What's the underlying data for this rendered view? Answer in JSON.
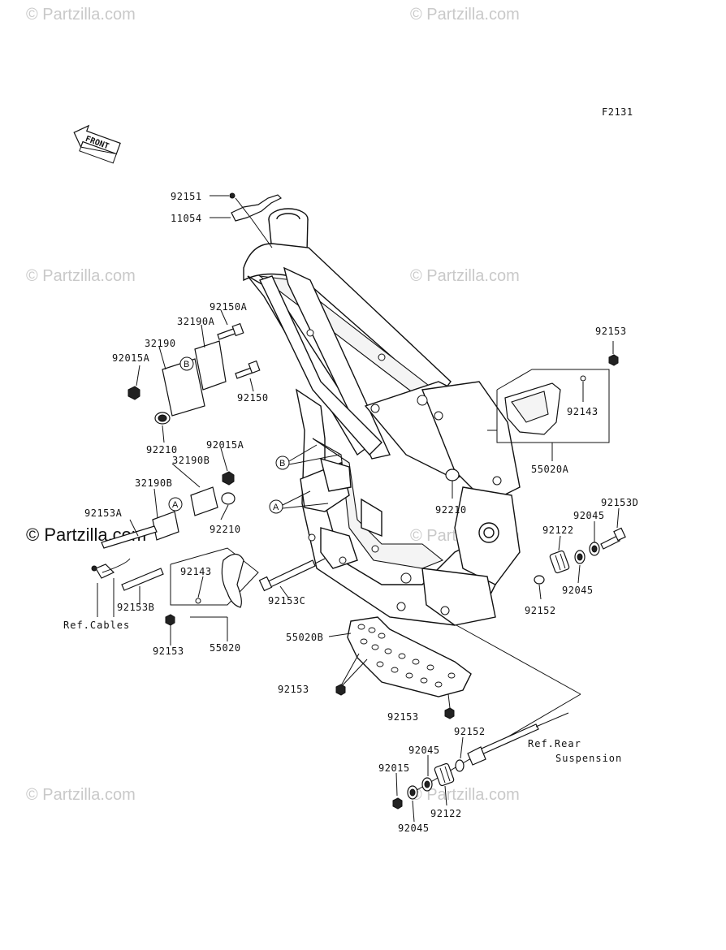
{
  "diagram_code": "F2131",
  "front_label": "FRONT",
  "watermark": "© Partzilla.com",
  "watermark_main": "© Partzilla.com",
  "ref_cables": "Ref.Cables",
  "ref_rear_line1": "Ref.Rear",
  "ref_rear_line2": "Suspension",
  "circle_a": "A",
  "circle_b": "B",
  "parts": {
    "p92151": "92151",
    "p11054": "11054",
    "p92150A": "92150A",
    "p32190A": "32190A",
    "p32190": "32190",
    "p92015A_top": "92015A",
    "p92150": "92150",
    "p92210_top": "92210",
    "p92015A": "92015A",
    "p32190B_1": "32190B",
    "p32190B_2": "32190B",
    "p92153A": "92153A",
    "p92210_mid": "92210",
    "p92153B": "92153B",
    "p92143_left": "92143",
    "p92153_left": "92153",
    "p55020": "55020",
    "p92153C": "92153C",
    "p55020B": "55020B",
    "p92153_plate": "92153",
    "p92153_bottom": "92153",
    "p92153_topright": "92153",
    "p92143_right": "92143",
    "p55020A": "55020A",
    "p92210_right": "92210",
    "p92153D": "92153D",
    "p92045_r1": "92045",
    "p92122_r": "92122",
    "p92045_r2": "92045",
    "p92152_r": "92152",
    "p92152_b": "92152",
    "p92045_b1": "92045",
    "p92015": "92015",
    "p92122_b": "92122",
    "p92045_b2": "92045"
  }
}
